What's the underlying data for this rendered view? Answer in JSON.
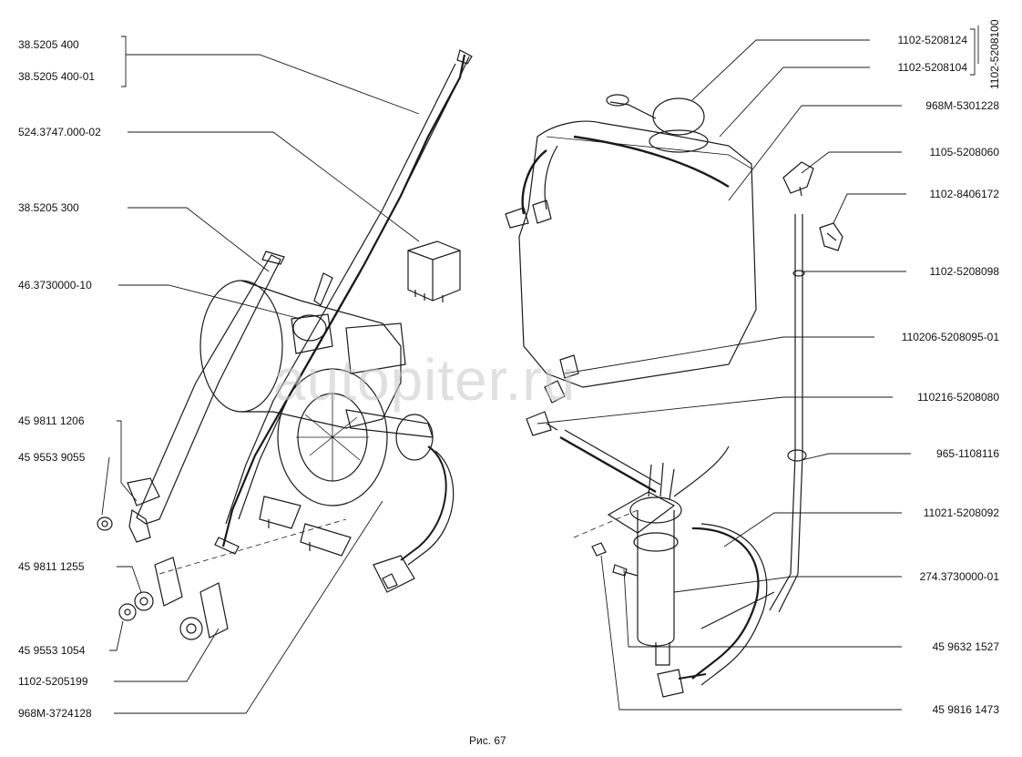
{
  "figure": {
    "caption": "Рис. 67",
    "watermark": "autopiter.ru",
    "group_label": "1102-5208100"
  },
  "left_labels": [
    "38.5205 400",
    "38.5205 400-01",
    "524.3747.000-02",
    "38.5205 300",
    "46.3730000-10",
    "45 9811 1206",
    "45 9553 9055",
    "45 9811 1255",
    "45 9553 1054",
    "1102-5205199",
    "968M-3724128"
  ],
  "right_labels": [
    "1102-5208124",
    "1102-5208104",
    "968M-5301228",
    "1105-5208060",
    "1102-8406172",
    "1102-5208098",
    "110206-5208095-01",
    "110216-5208080",
    "965-1108116",
    "11021-5208092",
    "274.3730000-01",
    "45 9632 1527",
    "45 9816 1473"
  ],
  "colors": {
    "line": "#1a1a1a",
    "watermark": "#c8c8c8"
  }
}
